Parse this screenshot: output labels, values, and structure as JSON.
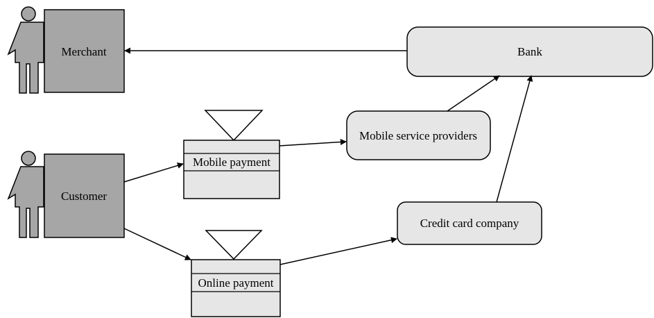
{
  "actors": {
    "merchant": {
      "label": "Merchant"
    },
    "customer": {
      "label": "Customer"
    }
  },
  "payment_methods": {
    "mobile": {
      "label": "Mobile payment"
    },
    "online": {
      "label": "Online payment"
    }
  },
  "entities": {
    "bank": {
      "label": "Bank"
    },
    "mobile_providers": {
      "label": "Mobile service providers"
    },
    "credit_card_company": {
      "label": "Credit card company"
    }
  },
  "colors": {
    "actor_fill": "#a6a6a6",
    "entity_fill": "#e6e6e6",
    "payment_fill": "#e6e6e6",
    "stroke": "#000000"
  }
}
